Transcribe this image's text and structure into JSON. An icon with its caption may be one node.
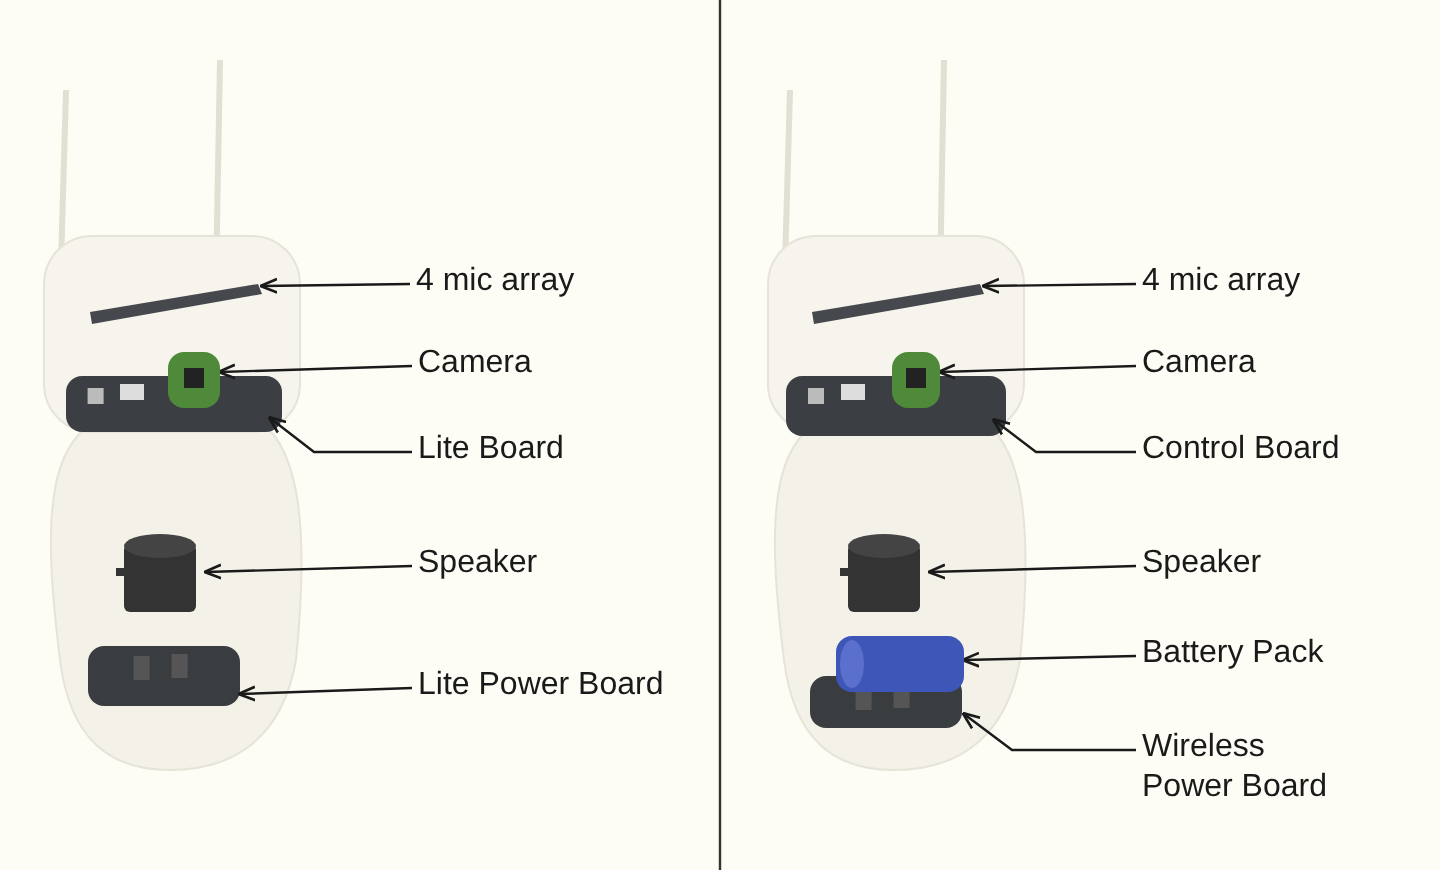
{
  "diagram": {
    "nodes": [
      {
        "text": [
          "4 mic array"
        ]
      },
      {
        "text": [
          "Camera"
        ]
      },
      {
        "text": [
          "Lite Board"
        ]
      },
      {
        "text": [
          "Speaker"
        ]
      },
      {
        "text": [
          "Lite Power Board"
        ]
      },
      {
        "text": [],
        "shape": "bar"
      },
      {
        "text": [],
        "shape": "box"
      },
      {
        "text": [],
        "shape": "box"
      },
      {
        "text": [],
        "shape": "cylinder"
      },
      {
        "text": [],
        "shape": "box"
      },
      {
        "text": [
          "4 mic array"
        ]
      },
      {
        "text": [
          "Camera"
        ]
      },
      {
        "text": [
          "Control Board"
        ]
      },
      {
        "text": [
          "Speaker"
        ]
      },
      {
        "text": [
          "Battery Pack"
        ]
      },
      {
        "text": [
          "Wireless Power Board"
        ]
      },
      {
        "text": [],
        "shape": "bar"
      },
      {
        "text": [],
        "shape": "box"
      },
      {
        "text": [],
        "shape": "box"
      },
      {
        "text": [],
        "shape": "cylinder"
      },
      {
        "text": [],
        "shape": "box"
      },
      {
        "text": [],
        "shape": "box"
      }
    ],
    "edges": [
      {
        "from": 0,
        "to": 5,
        "arrow": "to"
      },
      {
        "from": 1,
        "to": 6,
        "arrow": "to"
      },
      {
        "from": 2,
        "to": 7,
        "arrow": "to"
      },
      {
        "from": 3,
        "to": 8,
        "arrow": "to"
      },
      {
        "from": 4,
        "to": 9,
        "arrow": "to"
      },
      {
        "from": 10,
        "to": 16,
        "arrow": "to"
      },
      {
        "from": 11,
        "to": 17,
        "arrow": "to"
      },
      {
        "from": 12,
        "to": 18,
        "arrow": "to"
      },
      {
        "from": 13,
        "to": 19,
        "arrow": "to"
      },
      {
        "from": 14,
        "to": 20,
        "arrow": "to"
      },
      {
        "from": 15,
        "to": 21,
        "arrow": "to"
      }
    ]
  }
}
